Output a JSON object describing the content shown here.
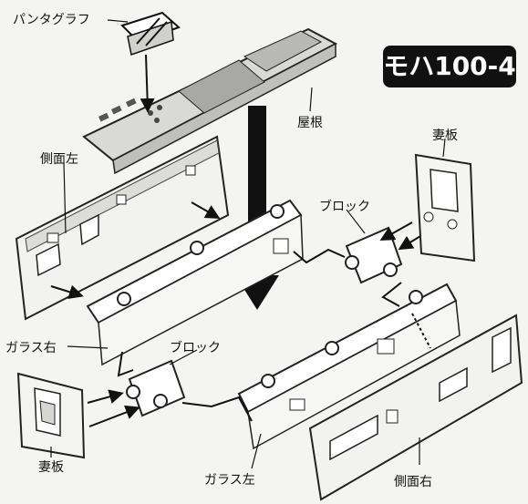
{
  "title_badge": "モハ100-4",
  "labels": {
    "pantograph": "パンタグラフ",
    "roof": "屋根",
    "end_plate_top": "妻板",
    "side_left": "側面左",
    "block_right": "ブロック",
    "glass_right": "ガラス右",
    "block_left": "ブロック",
    "end_plate_bottom": "妻板",
    "glass_left": "ガラス左",
    "side_right": "側面右"
  }
}
